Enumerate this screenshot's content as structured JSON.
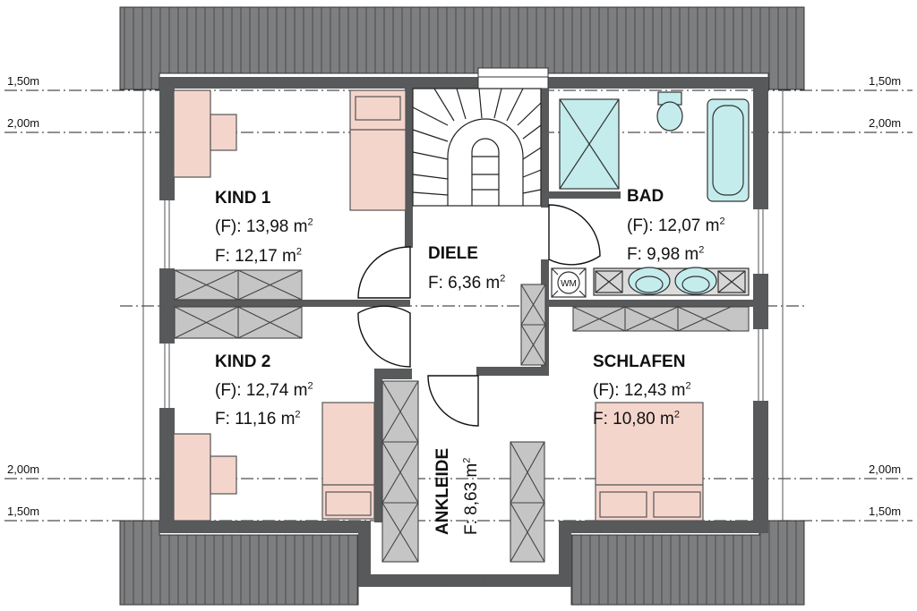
{
  "dimension_lines": {
    "left": [
      "1,50m",
      "2,00m",
      "2,00m",
      "1,50m"
    ],
    "right": [
      "1,50m",
      "2,00m",
      "2,00m",
      "1,50m"
    ]
  },
  "rooms": {
    "kind1": {
      "name": "KIND 1",
      "gross": "(F): 13,98 m",
      "net": "F: 12,17 m",
      "exp": "2"
    },
    "kind2": {
      "name": "KIND 2",
      "gross": "(F): 12,74 m",
      "net": "F: 11,16 m",
      "exp": "2"
    },
    "diele": {
      "name": "DIELE",
      "net": "F: 6,36 m",
      "exp": "2"
    },
    "bad": {
      "name": "BAD",
      "gross": "(F): 12,07 m",
      "net": "F: 9,98 m",
      "exp": "2"
    },
    "schlafen": {
      "name": "SCHLAFEN",
      "gross": "(F): 12,43 m",
      "net": "F: 10,80 m",
      "exp": "2"
    },
    "ankleide": {
      "name": "ANKLEIDE",
      "net": "F: 8,63 m",
      "exp": "2"
    }
  },
  "symbols": {
    "washer": "WM"
  },
  "colors": {
    "wall": "#58595b",
    "roof": "#7d7e80",
    "furniture": "#f4d5cc",
    "bathroom": "#c4ecec",
    "closet": "#b8b8b8"
  }
}
